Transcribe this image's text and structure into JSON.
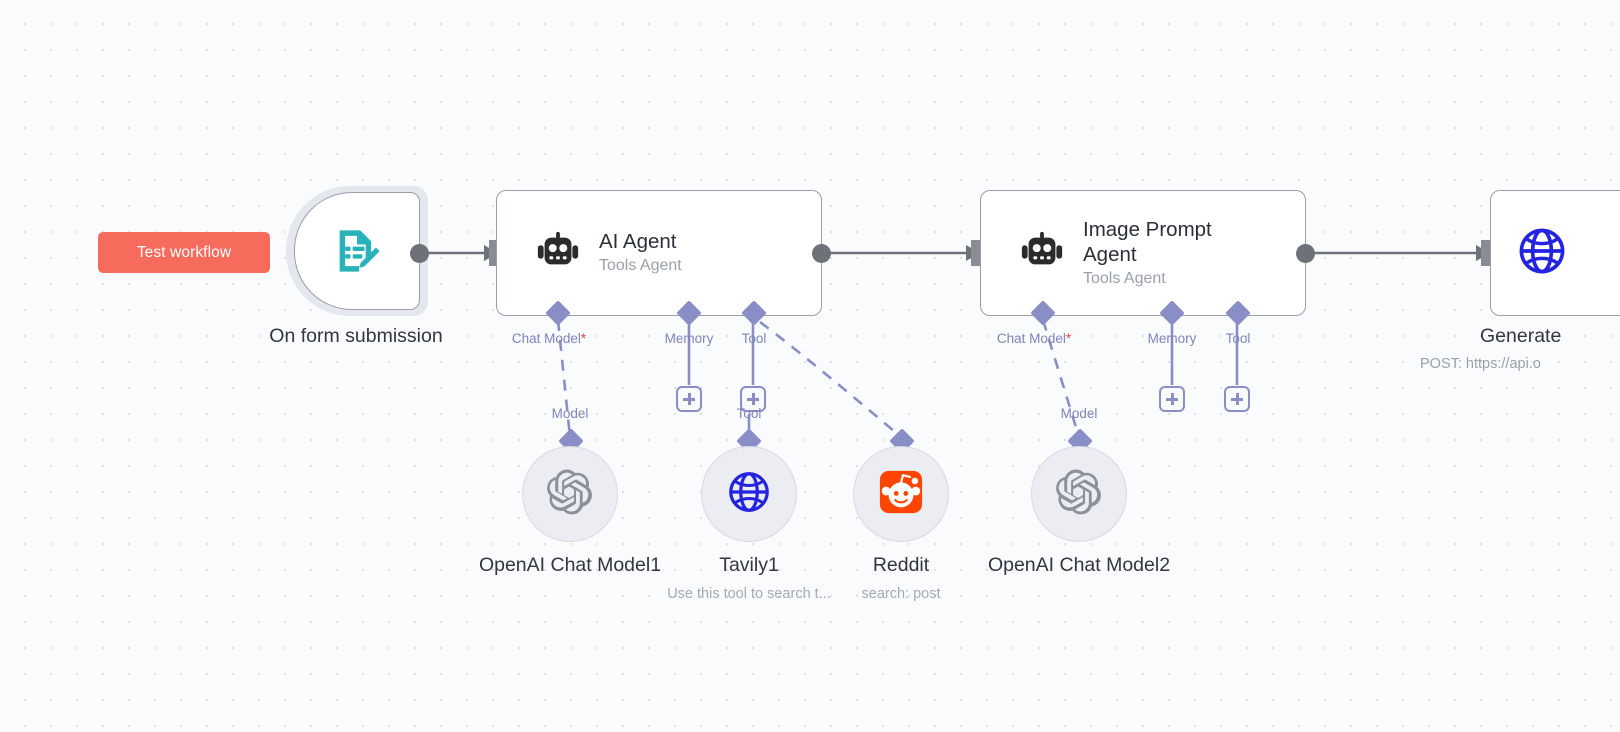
{
  "app": "n8n-workflow-canvas",
  "toolbar": {
    "test_workflow_label": "Test workflow"
  },
  "nodes": {
    "trigger": {
      "name": "On form submission",
      "icon": "form-edit-icon"
    },
    "ai_agent": {
      "title": "AI Agent",
      "subtitle": "Tools Agent",
      "icon": "robot-icon",
      "ports": [
        {
          "label": "Chat Model",
          "required": true
        },
        {
          "label": "Memory",
          "required": false
        },
        {
          "label": "Tool",
          "required": false
        }
      ]
    },
    "image_prompt_agent": {
      "title": "Image Prompt Agent",
      "title_line1": "Image Prompt",
      "title_line2": "Agent",
      "subtitle": "Tools Agent",
      "icon": "robot-icon",
      "ports": [
        {
          "label": "Chat Model",
          "required": true
        },
        {
          "label": "Memory",
          "required": false
        },
        {
          "label": "Tool",
          "required": false
        }
      ]
    },
    "generate": {
      "title": "Generate",
      "subtitle": "POST: https://api.o",
      "icon": "globe-icon"
    }
  },
  "subnodes": [
    {
      "name": "OpenAI Chat Model1",
      "subtitle": "",
      "icon": "openai-icon",
      "edge_label": "Model"
    },
    {
      "name": "Tavily1",
      "subtitle": "Use this tool to search t...",
      "icon": "globe-icon",
      "edge_label": "Tool"
    },
    {
      "name": "Reddit",
      "subtitle": "search: post",
      "icon": "reddit-icon",
      "edge_label": ""
    },
    {
      "name": "OpenAI Chat Model2",
      "subtitle": "",
      "icon": "openai-icon",
      "edge_label": "Model"
    }
  ],
  "edge_labels": {
    "model_1": "Model",
    "tool_1": "Tool",
    "model_2": "Model"
  },
  "colors": {
    "accent_test_button": "#f76b5c",
    "port_purple": "#8a8ec7",
    "canvas_bg": "#fafbfc",
    "trigger_teal": "#28b3ba",
    "reddit_orange": "#ff4500",
    "globe_blue": "#2323e0",
    "connector_gray": "#6e7178"
  }
}
